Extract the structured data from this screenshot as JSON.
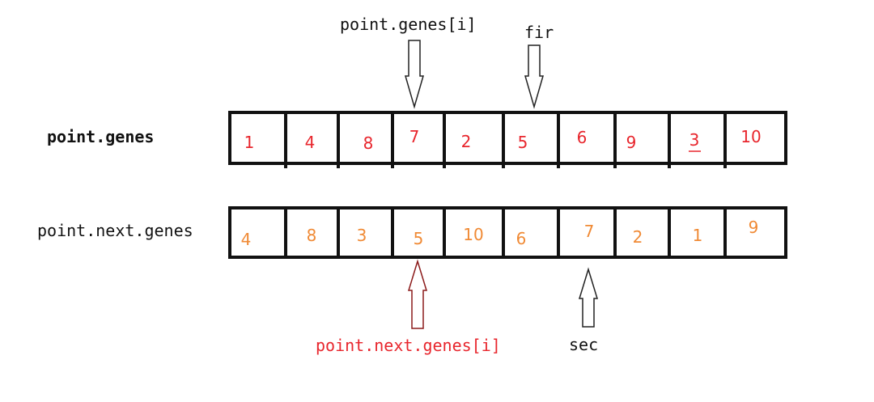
{
  "rows": [
    {
      "label": "point.genes",
      "values": [
        "1",
        "4",
        "8",
        "7",
        "2",
        "5",
        "6",
        "9",
        "3",
        "10"
      ]
    },
    {
      "label": "point.next.genes",
      "values": [
        "4",
        "8",
        "3",
        "5",
        "10",
        "6",
        "7",
        "2",
        "1",
        "9"
      ]
    }
  ],
  "pointers": {
    "genes_i": "point.genes[i]",
    "fir": "fir",
    "next_genes_i": "point.next.genes[i]",
    "sec": "sec"
  },
  "colors": {
    "row1_text": "#e8262d",
    "row2_text": "#f08a35",
    "border": "#111111",
    "arrow_dark": "#222222",
    "arrow_red": "#8b1a1a",
    "label_red": "#e8262d"
  }
}
